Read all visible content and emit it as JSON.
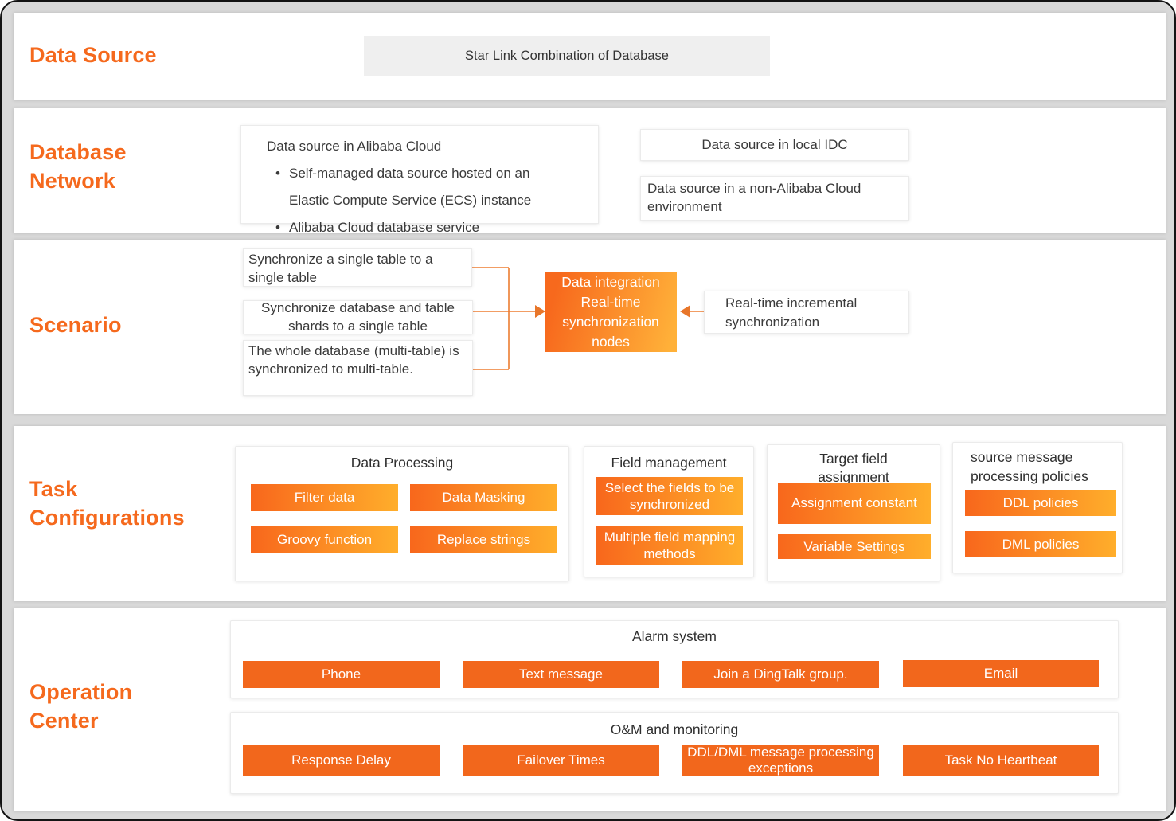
{
  "colors": {
    "accent_orange": "#f5691d",
    "gradient_start": "#f8671c",
    "gradient_end": "#ffae2b",
    "flat_button_orange": "#f2671c",
    "connector_orange": "#ed7d31",
    "gap_gray": "#d9d9d9",
    "star_link_gray": "#efefef"
  },
  "data_source": {
    "title": "Data Source",
    "star_link_label": "Star Link Combination of Database"
  },
  "database_network": {
    "title": "Database Network",
    "bullet_glyph": "•",
    "cloud_box": {
      "title": "Data source in Alibaba Cloud",
      "bullets": [
        "Self-managed data source hosted on an Elastic Compute Service (ECS) instance",
        "Alibaba Cloud database service"
      ]
    },
    "idc_box_label": "Data source in local IDC",
    "non_alibaba_box_label": "Data source in a non-Alibaba Cloud environment"
  },
  "scenario": {
    "title": "Scenario",
    "source_boxes": [
      "Synchronize a single table to a single table",
      "Synchronize database and table shards to a single table",
      "The whole database (multi-table) is synchronized to multi-table."
    ],
    "center_node_label": "Data integration Real-time synchronization nodes",
    "incremental_box_label": "Real-time incremental synchronization"
  },
  "task_configurations": {
    "title": "Task Configurations",
    "groups": [
      {
        "title": "Data Processing",
        "buttons": [
          "Filter data",
          "Data Masking",
          "Groovy function",
          "Replace strings"
        ]
      },
      {
        "title": "Field management",
        "buttons": [
          "Select the fields to be synchronized",
          "Multiple field mapping methods"
        ]
      },
      {
        "title": "Target field assignment",
        "buttons": [
          "Assignment constant",
          "Variable Settings"
        ]
      },
      {
        "title": "source message processing policies",
        "buttons": [
          "DDL policies",
          "DML policies"
        ]
      }
    ]
  },
  "operation_center": {
    "title": "Operation Center",
    "groups": [
      {
        "title": "Alarm system",
        "buttons": [
          "Phone",
          "Text message",
          "Join a DingTalk group.",
          "Email"
        ]
      },
      {
        "title": "O&M and monitoring",
        "buttons": [
          "Response Delay",
          "Failover Times",
          "DDL/DML message processing exceptions",
          "Task No Heartbeat"
        ]
      }
    ]
  }
}
